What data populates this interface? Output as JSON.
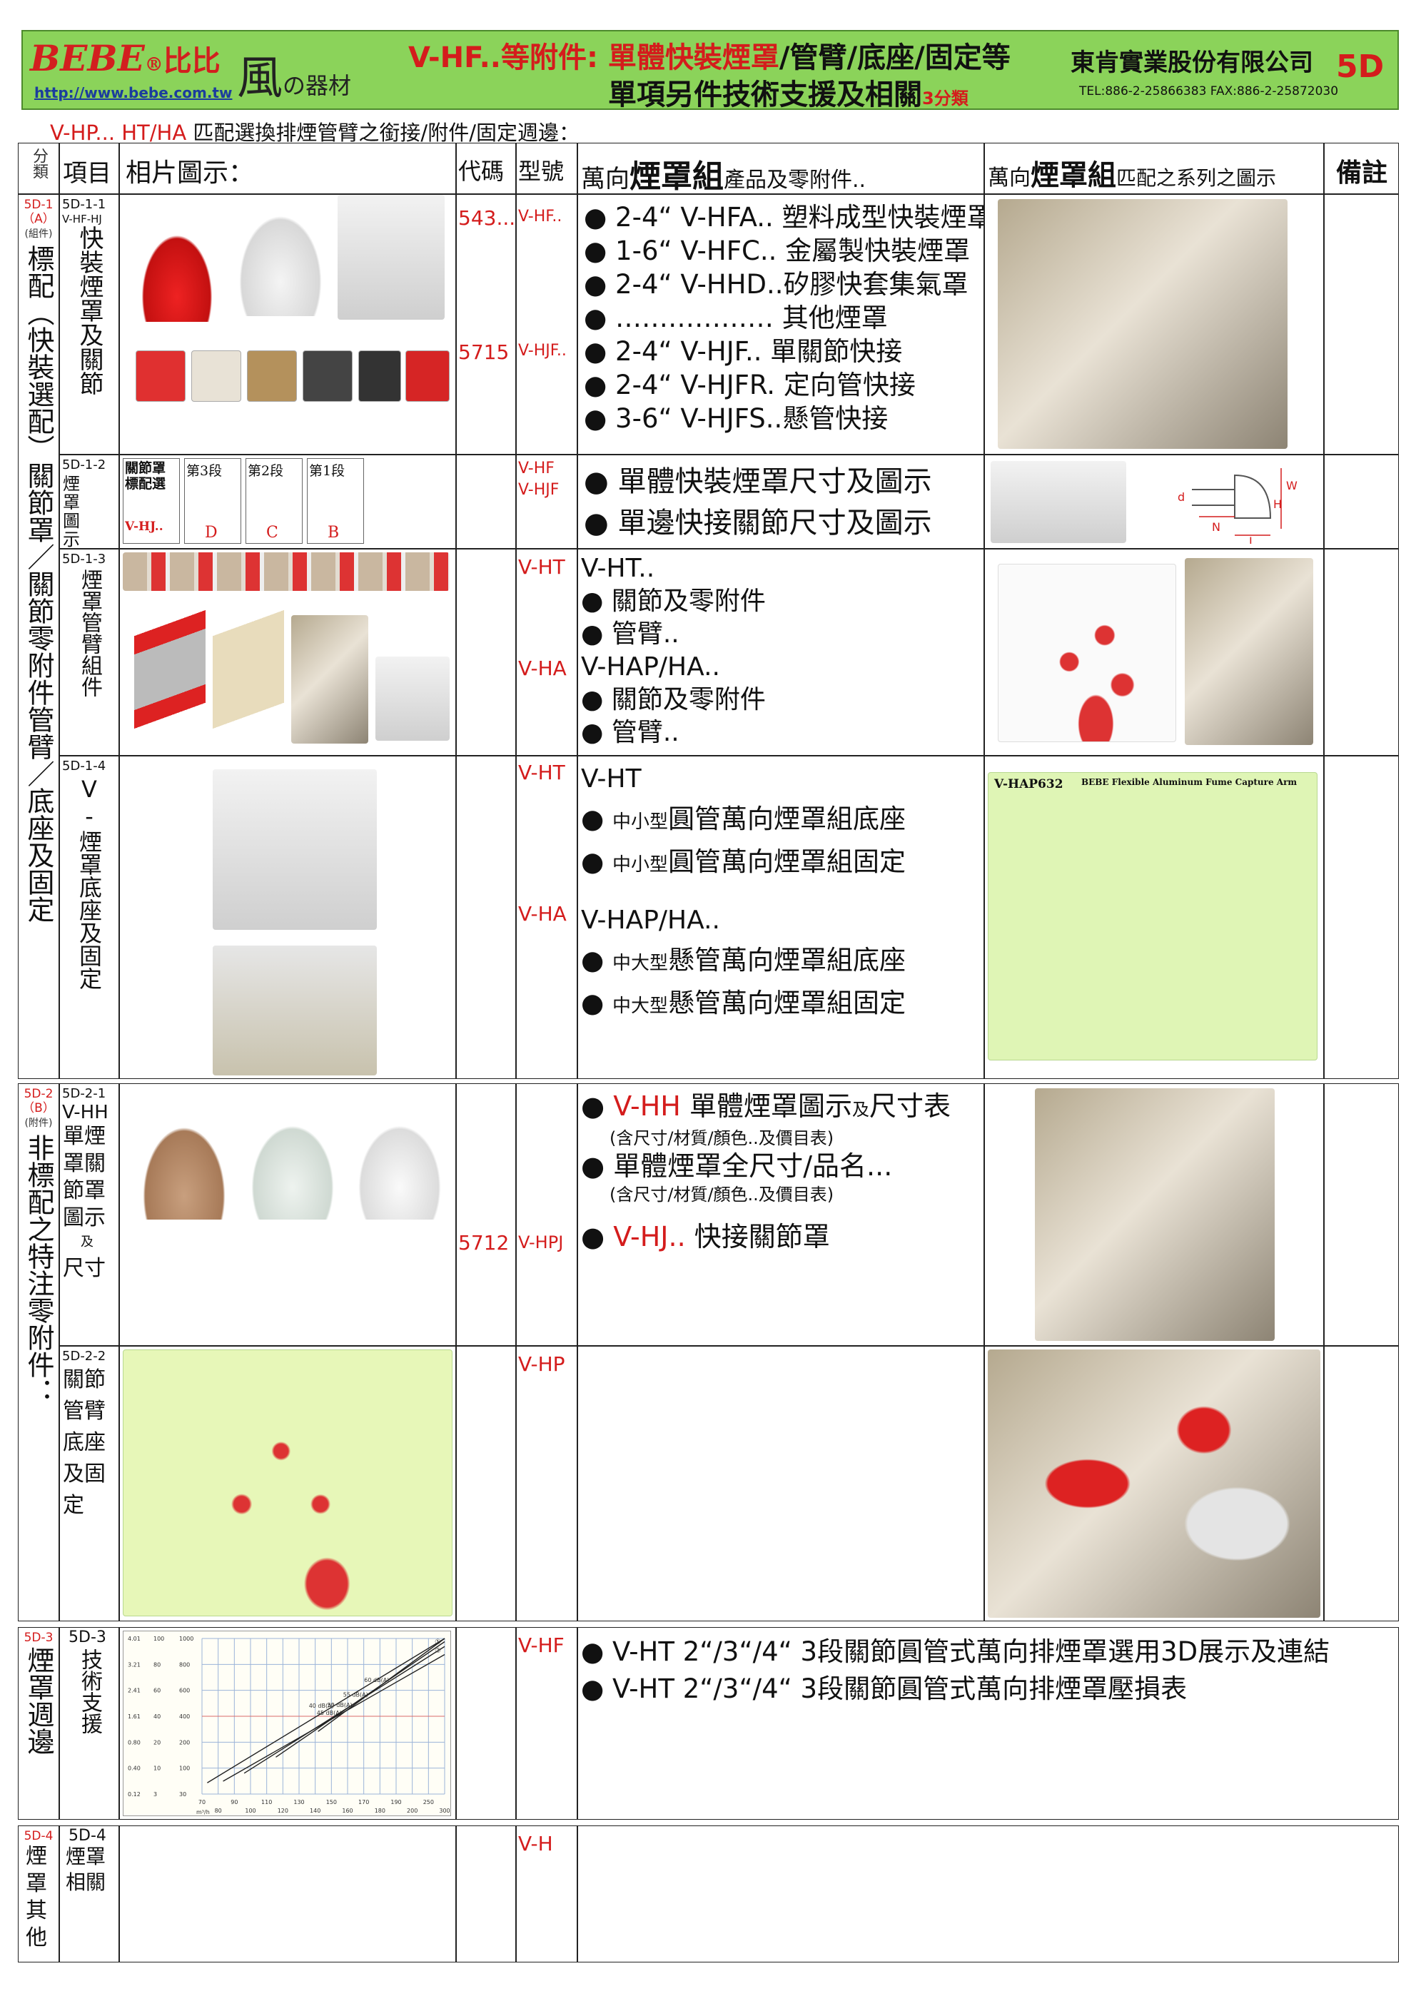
{
  "header": {
    "brand_en": "BEBE",
    "brand_reg": "®",
    "brand_cn": "比比",
    "url": "http://www.bebe.com.tw",
    "logo_big": "風",
    "logo_small": "の器材",
    "title1_a": "V-HF..等附件: 單體",
    "title1_red": "快裝煙罩",
    "title1_b": "/管臂/底座/固定等",
    "title2": "單項另件技術支援及相關",
    "title2_small": "3分類",
    "company": "東肯實業股份有限公司",
    "contact": "TEL:886-2-25866383 FAX:886-2-25872030",
    "sheet_no": "5D"
  },
  "subline_red": "V-HP... HT/HA",
  "subline_rest": " 匹配選換排煙管臂之銜接/附件/固定週邊：",
  "table_header": {
    "cat": "分類",
    "item": "項目",
    "photo": "相片圖示：",
    "code": "代碼",
    "model": "型號",
    "desc_a": "萬向",
    "desc_big": "煙罩組",
    "desc_b": "產品及零附件..",
    "sys_a": "萬向",
    "sys_big": "煙罩組",
    "sys_b": "匹配之系列之圖示",
    "note": "備註"
  },
  "sections": {
    "a": {
      "idx": "5D-1",
      "idx_sub": "（A）",
      "idx_sub2": "(組件)",
      "label": "標配（快裝選配）關節罩／關節零附件管臂／底座及固定"
    },
    "b": {
      "idx": "5D-2",
      "idx_sub": "（B）",
      "idx_sub2": "(附件)",
      "label": "非標配之特注零附件："
    },
    "c": {
      "idx": "5D-3",
      "label": "煙罩週邊"
    },
    "d": {
      "idx": "5D-4",
      "label": "煙罩其他"
    }
  },
  "rows": {
    "r511": {
      "idx": "5D-1-1",
      "idx2": "V-HF-HJ",
      "label": "快裝煙罩及關節",
      "code1": "543...",
      "model1": "V-HF..",
      "code2": "5715",
      "model2": "V-HJF..",
      "items": [
        "2-4“ V-HFA.. 塑料成型快裝煙罩",
        "1-6“ V-HFC.. 金屬製快裝煙罩",
        "2-4“ V-HHD..矽膠快套集氣罩",
        "……………… 其他煙罩",
        "2-4“ V-HJF..  單關節快接",
        "2-4“ V-HJFR. 定向管快接",
        "3-6“ V-HJFS..懸管快接"
      ]
    },
    "r512": {
      "idx": "5D-1-2",
      "label": "煙罩圖示尺寸",
      "tab_a": "關節罩",
      "tab_a2": "標配選",
      "tab_b": "第3段",
      "tab_c": "第2段",
      "tab_d": "第1段",
      "tab_vhj": "V-HJ..",
      "tab_D": "D",
      "tab_C": "C",
      "tab_B": "B",
      "model1": "V-HF",
      "model2": "V-HJF",
      "items": [
        "單體快裝煙罩尺寸及圖示",
        "單邊快接關節尺寸及圖示"
      ],
      "dim_d": "d",
      "dim_n": "N",
      "dim_h": "H",
      "dim_w": "W",
      "dim_l": "L"
    },
    "r513": {
      "idx": "5D-1-3",
      "label": "煙罩管臂組件",
      "model1": "V-HT",
      "model2": "V-HA",
      "head1": "V-HT..",
      "items1": [
        "關節及零附件",
        "管臂.."
      ],
      "head2": "V-HAP/HA..",
      "items2": [
        "關節及零附件",
        "管臂.."
      ]
    },
    "r514": {
      "idx": "5D-1-4",
      "label": "V-煙罩底座及固定",
      "model1": "V-HT",
      "model2": "V-HA",
      "head1": "V-HT",
      "items1": [
        [
          "中小型",
          "圓管萬向煙罩組底座"
        ],
        [
          "中小型",
          "圓管萬向煙罩組固定"
        ]
      ],
      "head2": "V-HAP/HA..",
      "items2": [
        [
          "中大型",
          "懸管萬向煙罩組底座"
        ],
        [
          "中大型",
          "懸管萬向煙罩組固定"
        ]
      ],
      "brochure_title": "V-HAP632",
      "brochure_sub": "BEBE Flexible Aluminum Fume Capture Arm"
    },
    "r521": {
      "idx": "5D-2-1",
      "idx2": "V-HH",
      "label": "單煙罩關節罩圖示",
      "label_small": "及",
      "label2": "尺寸",
      "code": "5712",
      "model": "V-HPJ",
      "item1_red": "V-HH",
      "item1": " 單體煙罩圖示",
      "item1_small": "及",
      "item1_b": "尺寸表",
      "note1": "(含尺寸/材質/顏色..及價目表)",
      "item2": "單體煙罩全尺寸/品名...",
      "note2": "(含尺寸/材質/顏色..及價目表)",
      "item3_red": "V-HJ..",
      "item3": " 快接關節罩"
    },
    "r522": {
      "idx": "5D-2-2",
      "label": "關節管臂底座及固定",
      "model": "V-HP"
    },
    "r53": {
      "idx": "5D-3",
      "label": "技術支援",
      "model": "V-HF",
      "items": [
        "V-HT 2“/3“/4“  3段關節圓管式萬向排煙罩選用3D展示及連結",
        "V-HT 2“/3“/4“  3段關節圓管式萬向排煙罩壓損表"
      ]
    },
    "r54": {
      "idx": "5D-4",
      "label": "煙罩相關",
      "model": "V-H"
    }
  },
  "chart_data": {
    "type": "line",
    "title": "",
    "xlabel": "m³/h",
    "x_ticks": [
      "70",
      "80",
      "90",
      "100",
      "110",
      "120",
      "130",
      "140",
      "150",
      "160",
      "170",
      "180",
      "190",
      "200",
      "250",
      "300"
    ],
    "y_ticks_outer": [
      "4.01",
      "3.21",
      "2.41",
      "1.61",
      "0.80",
      "0.40",
      "0.12"
    ],
    "y_ticks_mid": [
      "100",
      "80",
      "60",
      "40",
      "20",
      "10",
      "3"
    ],
    "y_ticks_inner": [
      "1000",
      "800",
      "600",
      "400",
      "200",
      "100",
      "30"
    ],
    "series": [
      {
        "name": "40 dB(A)",
        "x": [
          75,
          300
        ],
        "y": [
          100,
          1000
        ]
      },
      {
        "name": "45 dB(A)",
        "x": [
          90,
          300
        ],
        "y": [
          110,
          900
        ]
      },
      {
        "name": "50 dB(A)",
        "x": [
          110,
          300
        ],
        "y": [
          160,
          950
        ]
      },
      {
        "name": "55 dB(A)",
        "x": [
          140,
          300
        ],
        "y": [
          260,
          980
        ]
      },
      {
        "name": "60 dB(A)",
        "x": [
          180,
          300
        ],
        "y": [
          420,
          1000
        ]
      }
    ],
    "markers": [
      "①",
      "②"
    ]
  }
}
